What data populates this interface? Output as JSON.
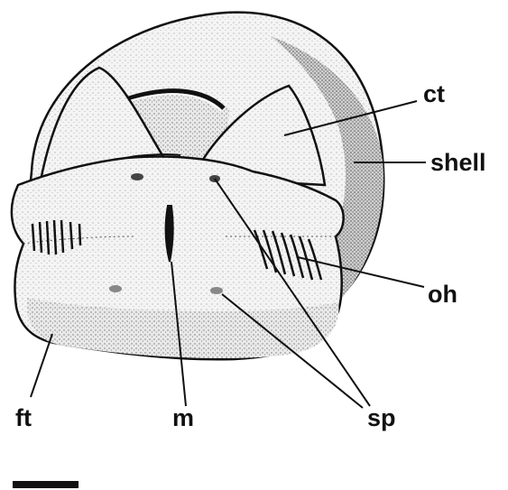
{
  "labels": {
    "ct": "ct",
    "shell": "shell",
    "oh": "oh",
    "ft": "ft",
    "m": "m",
    "sp": "sp"
  },
  "colors": {
    "ink": "#111111",
    "stipple_light": "#e6e6e6",
    "stipple_dark": "#bdbdbd",
    "background": "#ffffff"
  }
}
